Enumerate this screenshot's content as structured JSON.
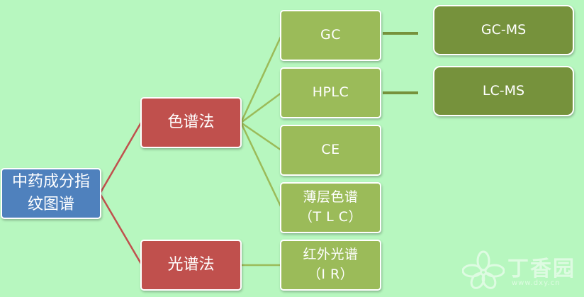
{
  "diagram": {
    "root": "中药成分指纹图谱",
    "branches": [
      {
        "label": "色谱法",
        "children": [
          {
            "label": "GC",
            "linked": "GC-MS"
          },
          {
            "label": "HPLC",
            "linked": "LC-MS"
          },
          {
            "label": "CE"
          },
          {
            "label": "薄层色谱\n（T L C）"
          }
        ]
      },
      {
        "label": "光谱法",
        "children": [
          {
            "label": "红外光谱\n（I R）"
          }
        ]
      }
    ]
  },
  "colors": {
    "background": "#b7f7bf",
    "root": "#4f81bd",
    "method": "#c0504d",
    "technique": "#9bbb59",
    "coupled": "#76923c",
    "connector_red": "#c0504d",
    "connector_green": "#9bbb59",
    "connector_dark": "#76923c"
  },
  "watermark": {
    "text": "丁香园",
    "url": "www.dxy.cn"
  }
}
